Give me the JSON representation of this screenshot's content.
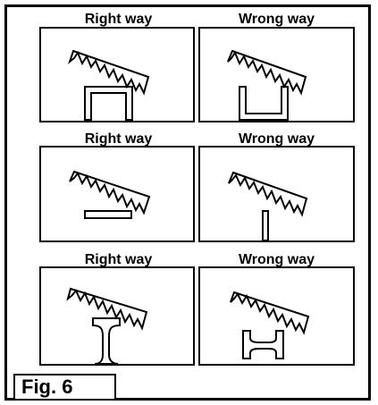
{
  "figure": {
    "label": "Fig. 6",
    "panels": [
      {
        "caption": "Right way",
        "profile": "channel-inverted"
      },
      {
        "caption": "Wrong way",
        "profile": "channel-upright"
      },
      {
        "caption": "Right way",
        "profile": "flat-bar"
      },
      {
        "caption": "Wrong way",
        "profile": "flat-bar-on-edge"
      },
      {
        "caption": "Right way",
        "profile": "i-beam"
      },
      {
        "caption": "Wrong way",
        "profile": "i-beam-on-side"
      }
    ]
  }
}
